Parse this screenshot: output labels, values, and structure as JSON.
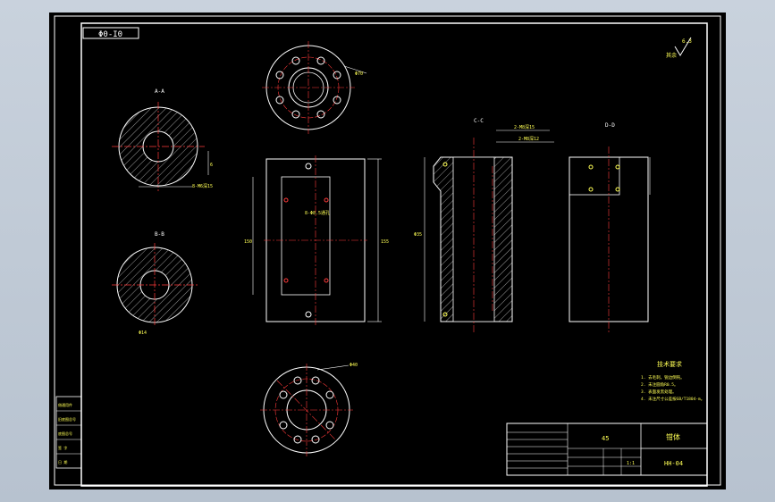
{
  "titles": {
    "top_left_box": "Φ0-I0"
  },
  "section_labels": {
    "a_a": "A-A",
    "b_b": "B-B",
    "c_c": "C-C",
    "d_d": "D-D"
  },
  "dims": {
    "d1": "8-M6深15",
    "d2": "Φ14",
    "d3": "Φ35",
    "d4": "8-Φ8.5通孔",
    "d5": "2-M8深15",
    "d6": "2-M8深12",
    "d7": "6",
    "d8": "Φ40",
    "d9": "155",
    "d10": "150",
    "d11": "Φ70"
  },
  "tech_req": {
    "title": "技术要求",
    "lines": [
      "1. 去毛刺，锐边倒钝。",
      "2. 未注圆角R0.5。",
      "3. 表面发黑处理。",
      "4. 未注尺寸公差按GB/T1804-m。"
    ]
  },
  "title_block": {
    "part_name": "钳体",
    "drawing_no": "HH-04",
    "material": "45",
    "scale": "1:1"
  },
  "left_strip": {
    "cells": [
      "借通用件",
      "旧底图总号",
      "底图总号",
      "签 字",
      "日 期"
    ]
  },
  "colors": {
    "line": "#ffffff",
    "accent_red": "#ff3a3a",
    "accent_green": "#3cff3c",
    "accent_yellow": "#ffff55",
    "accent_cyan": "#6ff"
  }
}
